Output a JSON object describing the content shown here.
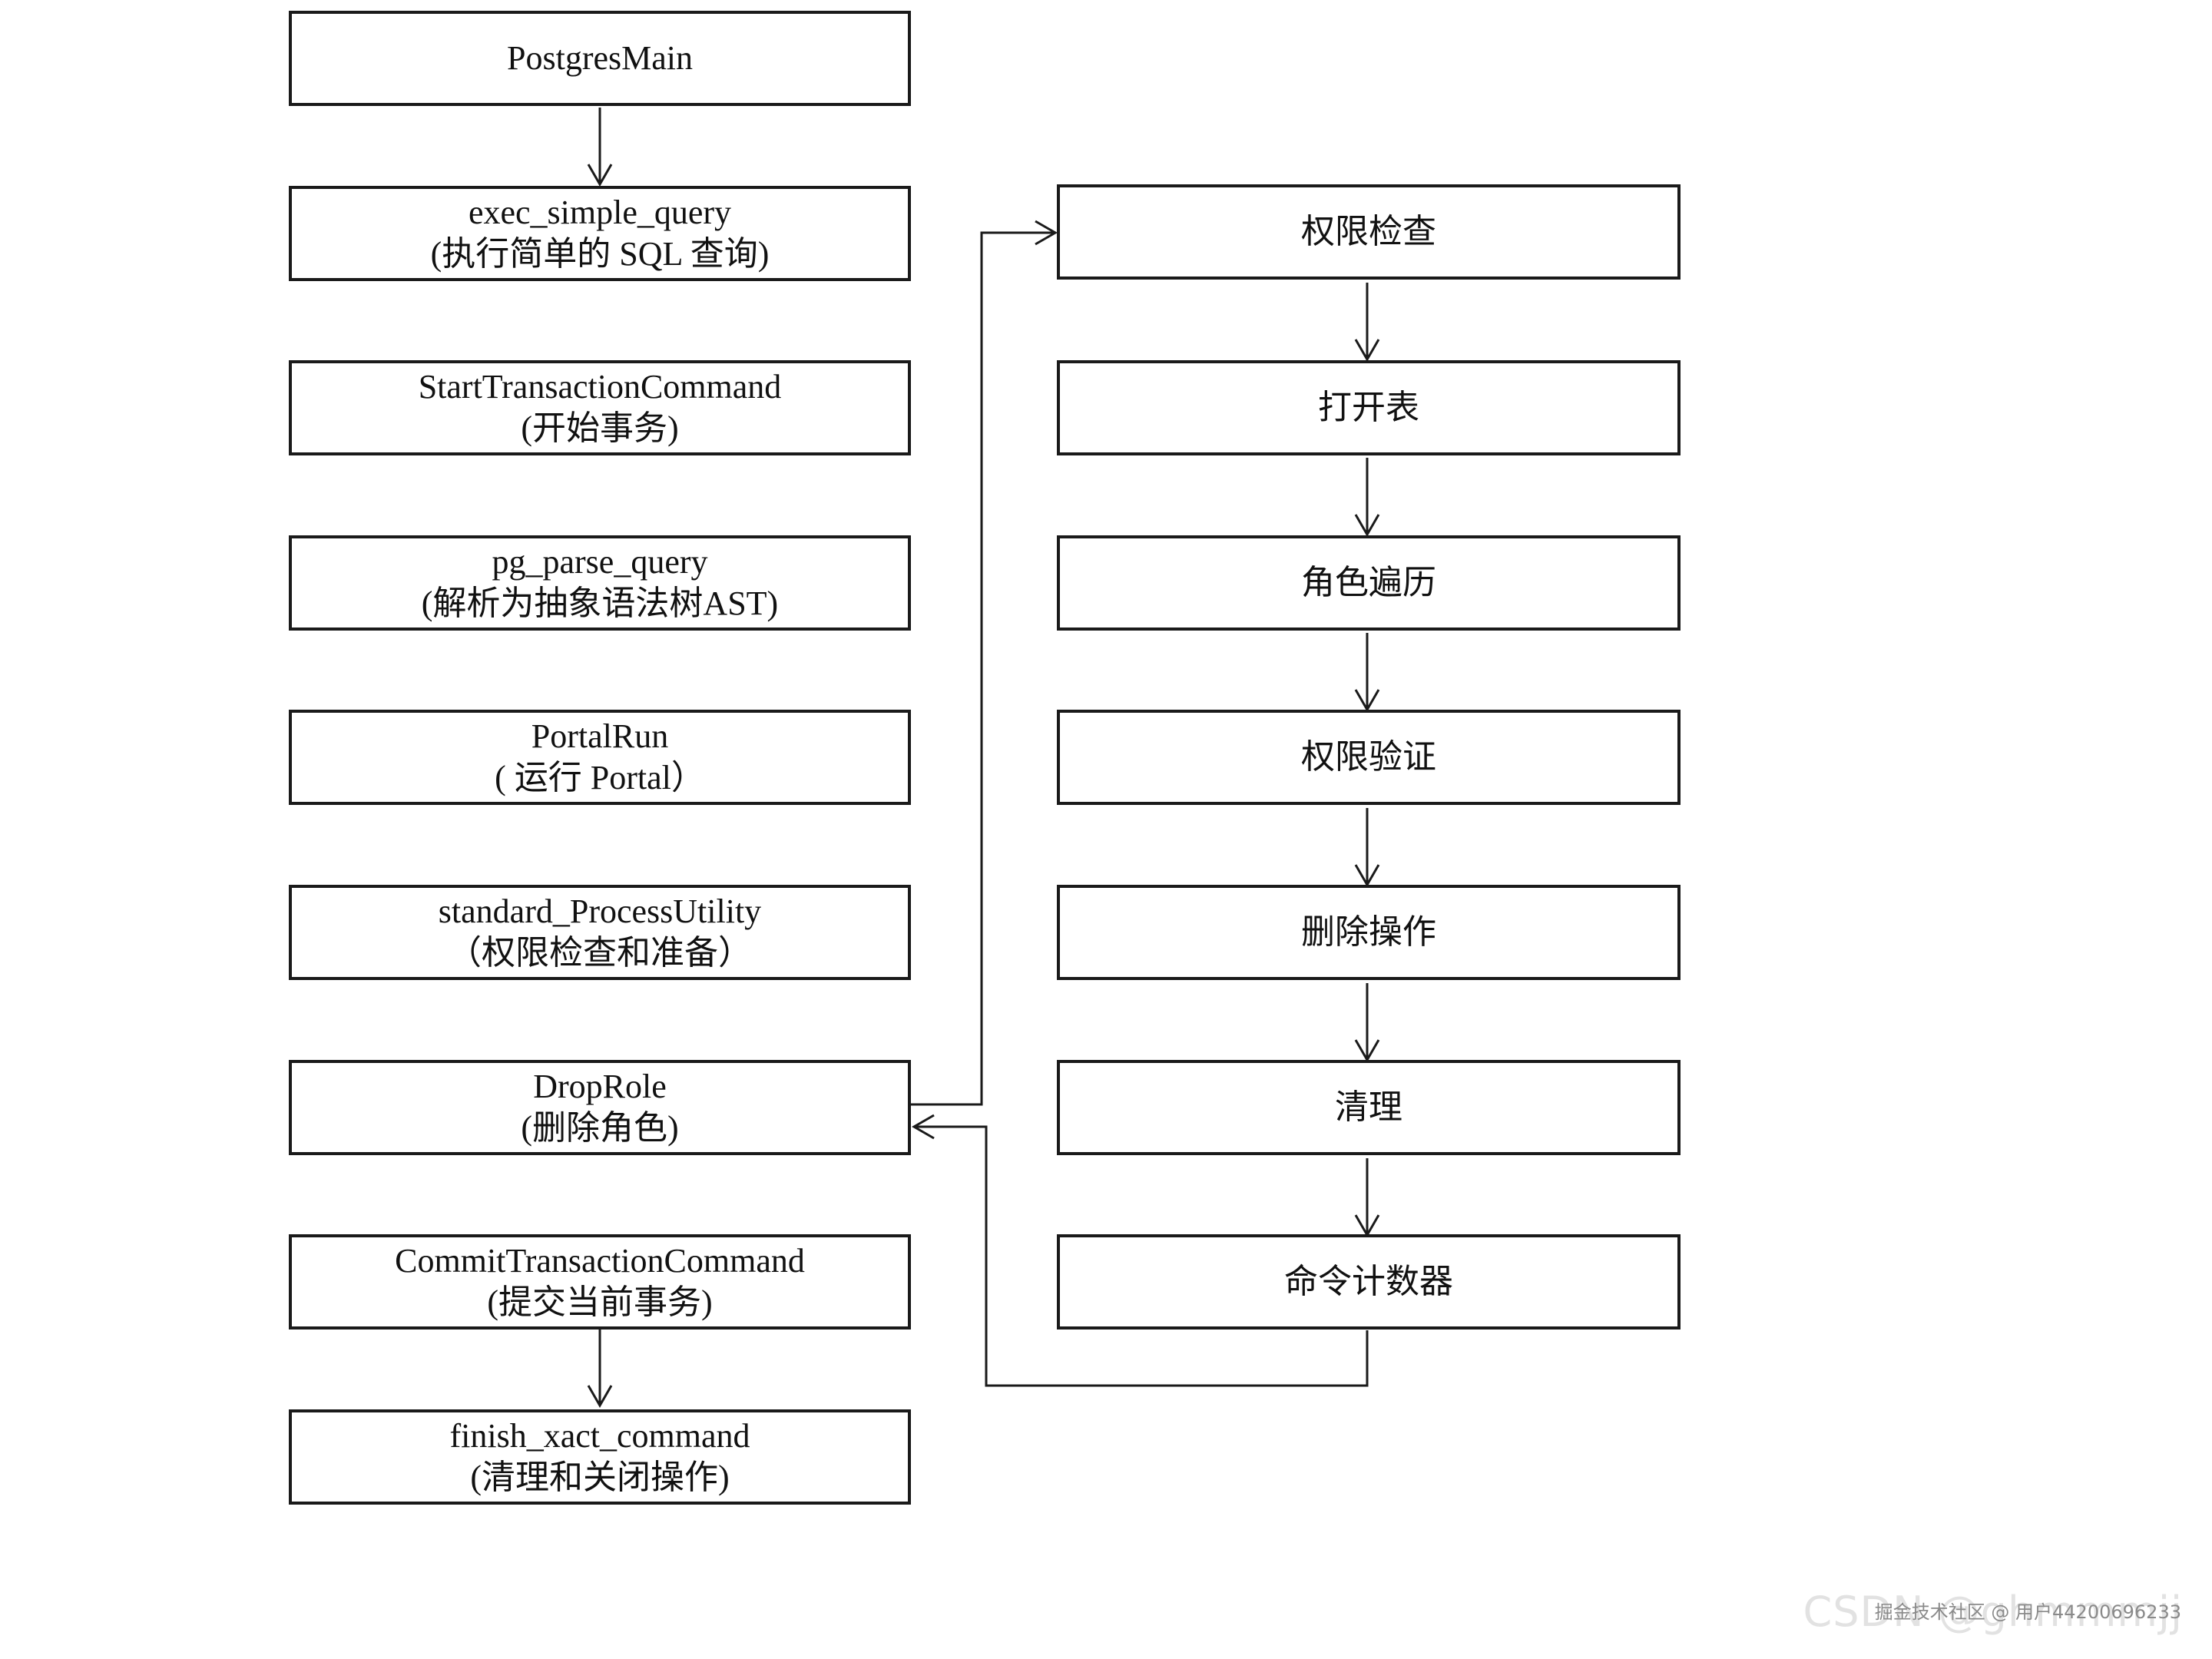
{
  "left_column": [
    {
      "id": "postgres-main",
      "line1": "PostgresMain",
      "line2": ""
    },
    {
      "id": "exec-simple-query",
      "line1": "exec_simple_query",
      "line2": "(执行简单的 SQL 查询)"
    },
    {
      "id": "start-transaction-command",
      "line1": "StartTransactionCommand",
      "line2": "(开始事务)"
    },
    {
      "id": "pg-parse-query",
      "line1": "pg_parse_query",
      "line2": "(解析为抽象语法树AST)"
    },
    {
      "id": "portal-run",
      "line1": "PortalRun",
      "line2": "( 运行 Portal）"
    },
    {
      "id": "standard-process-utility",
      "line1": "standard_ProcessUtility",
      "line2": "（权限检查和准备）"
    },
    {
      "id": "drop-role",
      "line1": "DropRole",
      "line2": "(删除角色)"
    },
    {
      "id": "commit-transaction-command",
      "line1": "CommitTransactionCommand",
      "line2": "(提交当前事务)"
    },
    {
      "id": "finish-xact-command",
      "line1": "finish_xact_command",
      "line2": "(清理和关闭操作)"
    }
  ],
  "right_column": [
    {
      "id": "permission-check",
      "label": "权限检查"
    },
    {
      "id": "open-table",
      "label": "打开表"
    },
    {
      "id": "role-traversal",
      "label": "角色遍历"
    },
    {
      "id": "permission-verify",
      "label": "权限验证"
    },
    {
      "id": "delete-operation",
      "label": "删除操作"
    },
    {
      "id": "cleanup",
      "label": "清理"
    },
    {
      "id": "command-counter",
      "label": "命令计数器"
    }
  ],
  "watermark": {
    "small": "掘金技术社区 @ 用户44200696233",
    "big": "CSDN @ghmmmjj"
  }
}
